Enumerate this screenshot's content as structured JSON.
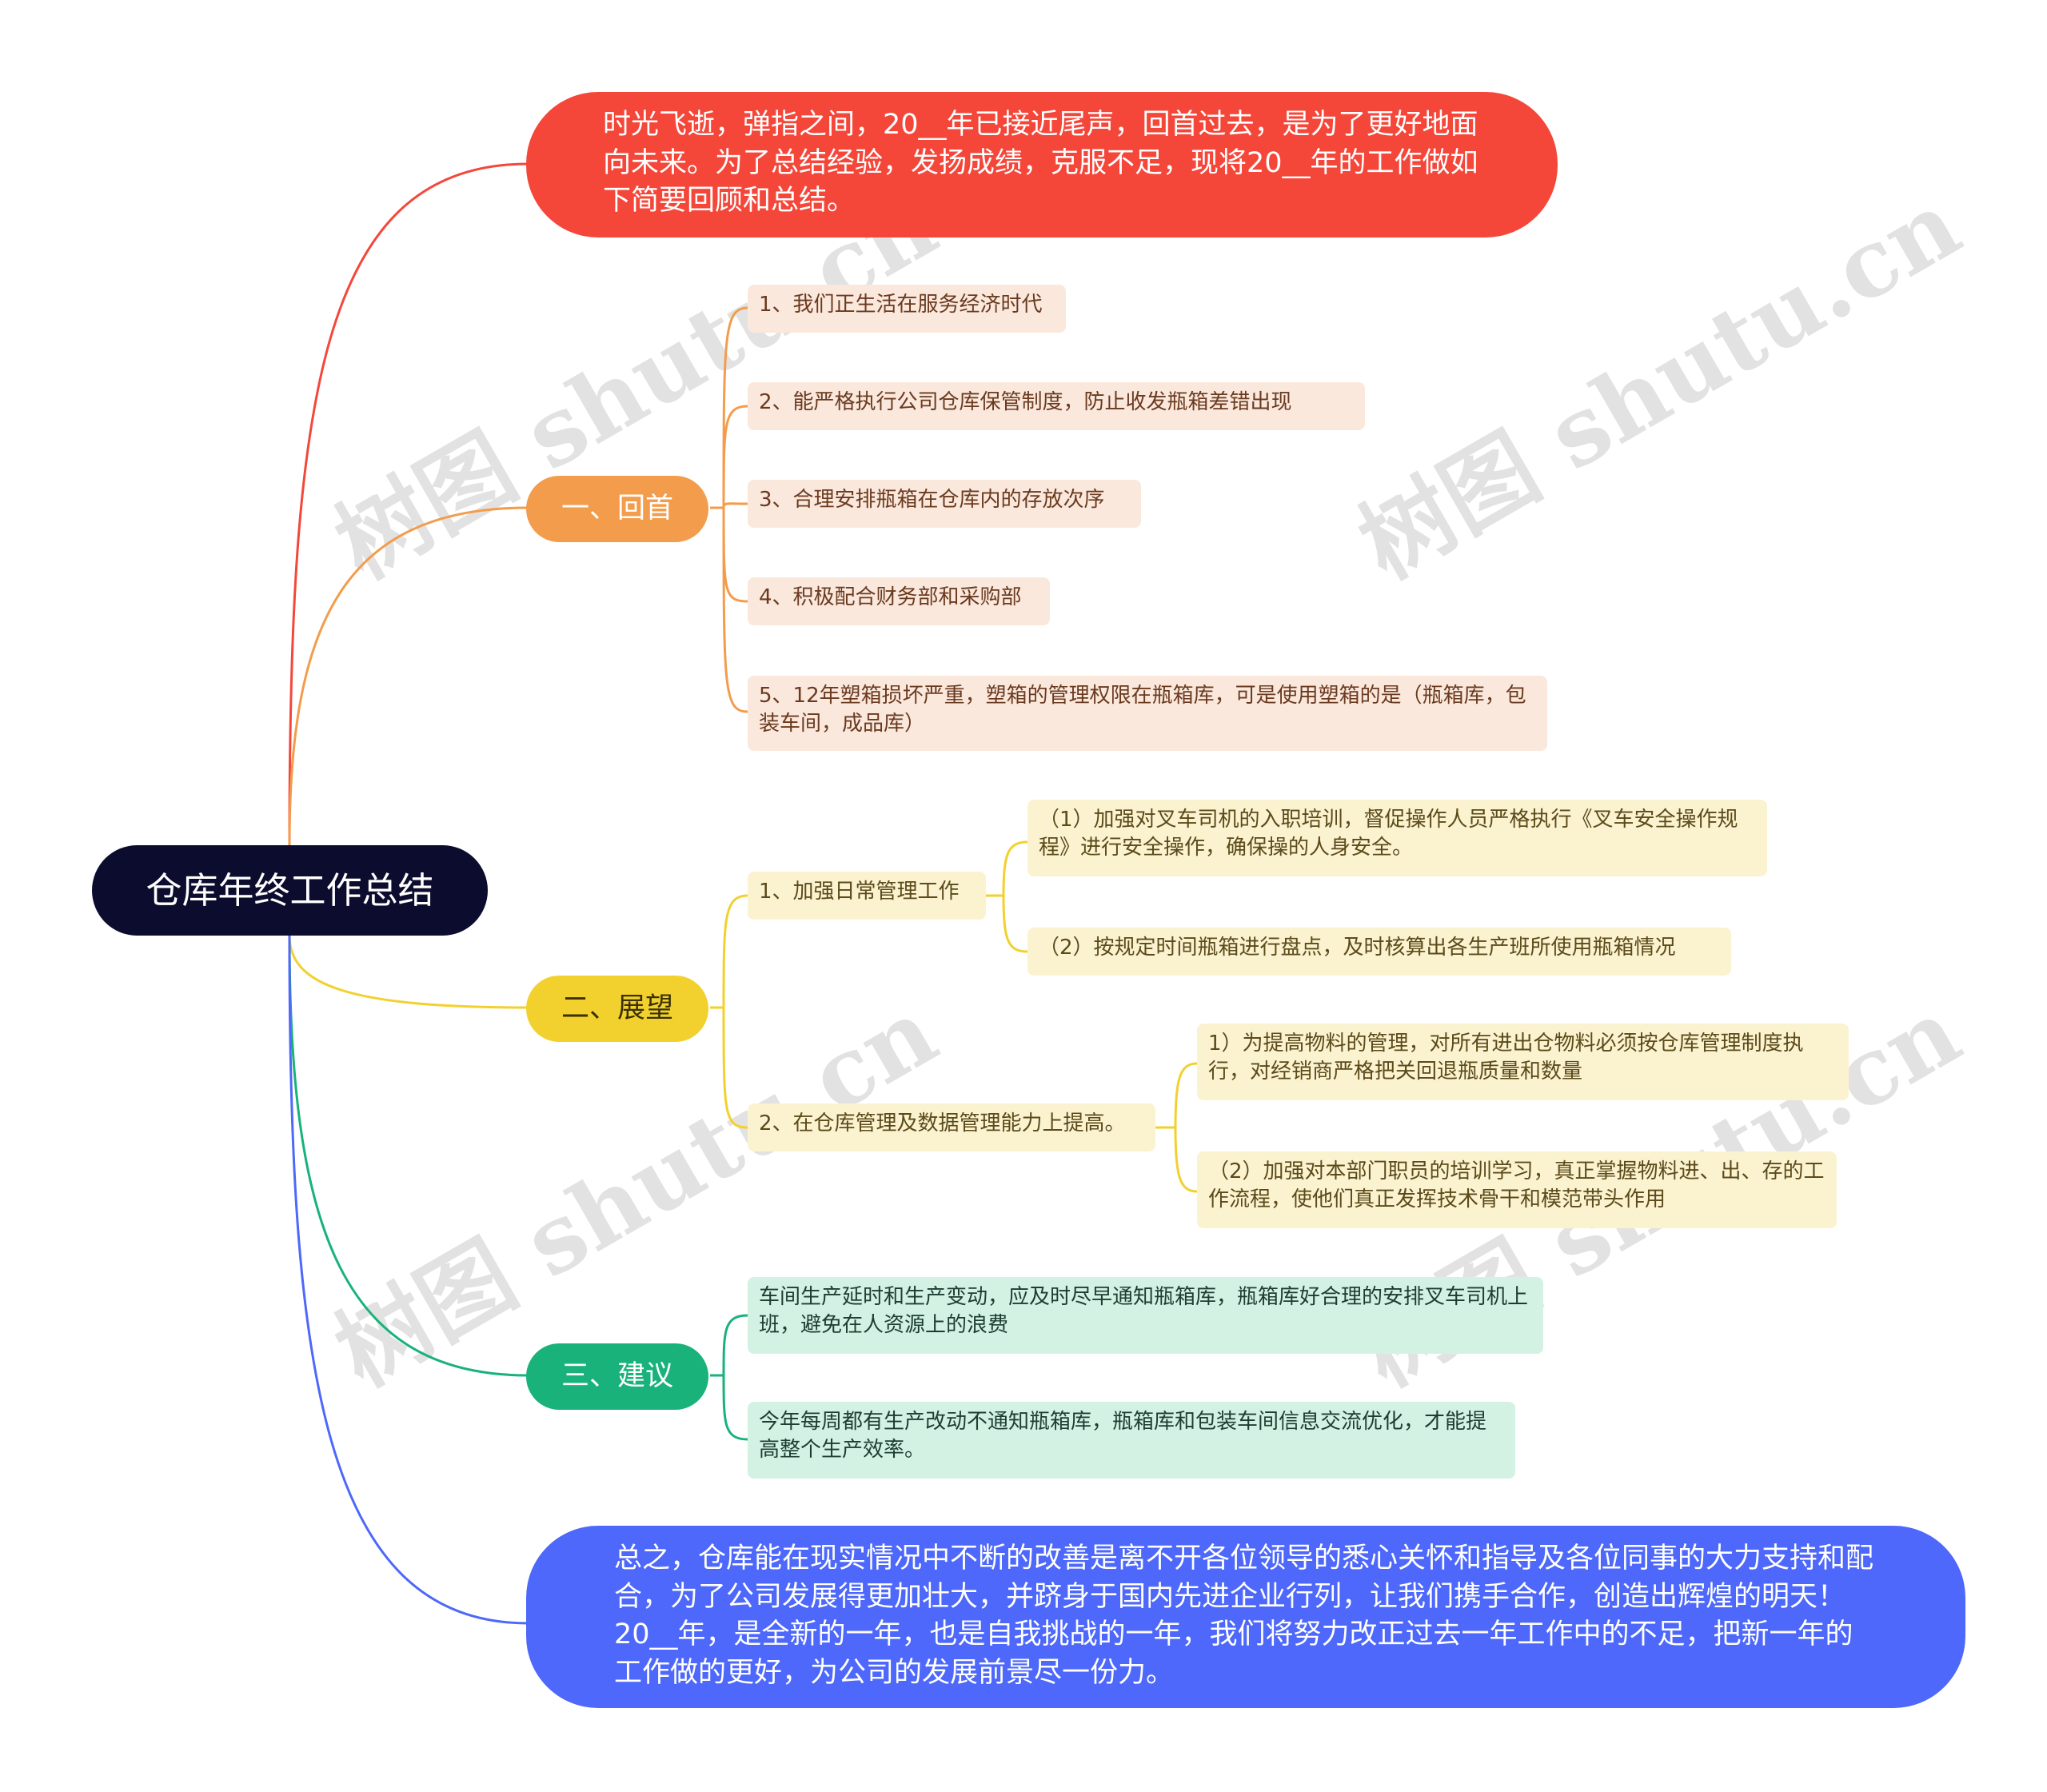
{
  "watermark": "树图 shutu.cn",
  "colors": {
    "red": "#f4473a",
    "orange": "#f39c4c",
    "yellow": "#f2d12e",
    "green": "#18b27a",
    "blue": "#4d68fa",
    "root": "#0c0c2e"
  },
  "root": {
    "label": "仓库年终工作总结"
  },
  "intro": {
    "text": "时光飞逝，弹指之间，20__年已接近尾声，回首过去，是为了更好地面向未来。为了总结经验，发扬成绩，克服不足，现将20__年的工作做如下简要回顾和总结。"
  },
  "review": {
    "label": "一、回首",
    "items": [
      "1、我们正生活在服务经济时代",
      "2、能严格执行公司仓库保管制度，防止收发瓶箱差错出现",
      "3、合理安排瓶箱在仓库内的存放次序",
      "4、积极配合财务部和采购部",
      "5、12年塑箱损坏严重，塑箱的管理权限在瓶箱库，可是使用塑箱的是（瓶箱库，包装车间，成品库）"
    ]
  },
  "outlook": {
    "label": "二、展望",
    "groups": [
      {
        "label": "1、加强日常管理工作",
        "items": [
          "（1）加强对叉车司机的入职培训，督促操作人员严格执行《叉车安全操作规程》进行安全操作，确保操的人身安全。",
          "（2）按规定时间瓶箱进行盘点，及时核算出各生产班所使用瓶箱情况"
        ]
      },
      {
        "label": "2、在仓库管理及数据管理能力上提高。",
        "items": [
          "1）为提高物料的管理，对所有进出仓物料必须按仓库管理制度执行，对经销商严格把关回退瓶质量和数量",
          "（2）加强对本部门职员的培训学习，真正掌握物料进、出、存的工作流程，使他们真正发挥技术骨干和模范带头作用"
        ]
      }
    ]
  },
  "advice": {
    "label": "三、建议",
    "items": [
      "车间生产延时和生产变动，应及时尽早通知瓶箱库，瓶箱库好合理的安排叉车司机上班，避免在人资源上的浪费",
      "今年每周都有生产改动不通知瓶箱库，瓶箱库和包装车间信息交流优化，才能提高整个生产效率。"
    ]
  },
  "conclusion": {
    "text": "总之，仓库能在现实情况中不断的改善是离不开各位领导的悉心关怀和指导及各位同事的大力支持和配合，为了公司发展得更加壮大，并跻身于国内先进企业行列，让我们携手合作，创造出辉煌的明天！20__年，是全新的一年，也是自我挑战的一年，我们将努力改正过去一年工作中的不足，把新一年的工作做的更好，为公司的发展前景尽一份力。"
  }
}
